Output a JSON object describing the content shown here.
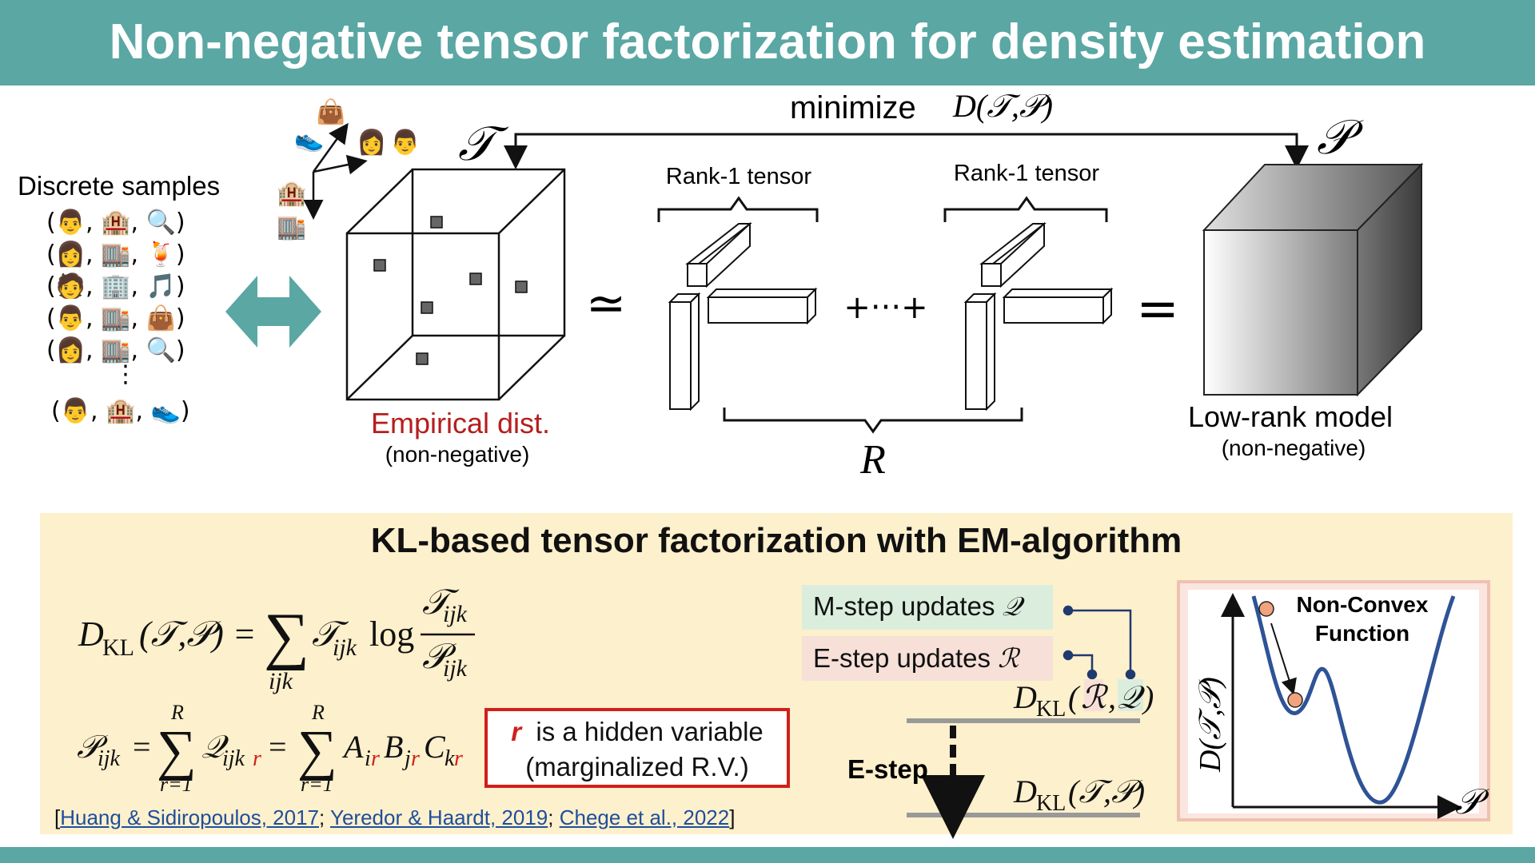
{
  "title": "Non-negative tensor factorization for density estimation",
  "top": {
    "minimize_label": "minimize",
    "minimize_expr": "D(𝒯,𝒫)",
    "tensor_T": "𝒯",
    "tensor_P": "𝒫",
    "samples_label": "Discrete samples",
    "sample_rows": [
      "(👨, 🏨, 🔍)",
      "(👩, 🏬, 🍹)",
      "(🧑, 🏢, 🎵)",
      "(👨, 🏬, 👜)",
      "(👩, 🏬, 🔍)",
      "⋮",
      "(👨, 🏨, 👟)"
    ],
    "axis_icons": [
      "👜",
      "👟",
      "👩",
      "👨",
      "🏨",
      "🏬"
    ],
    "empirical_label": "Empirical dist.",
    "empirical_sub": "(non-negative)",
    "rank1_left": "Rank-1 tensor",
    "rank1_right": "Rank-1 tensor",
    "approx_symbol": "≃",
    "plus_dots": "+···+",
    "equals_symbol": "=",
    "rank_R": "R",
    "lowrank_label": "Low-rank model",
    "lowrank_sub": "(non-negative)",
    "colors": {
      "accent": "#5aa7a4",
      "empirical_red": "#b51e1e"
    }
  },
  "lower": {
    "title": "KL-based tensor factorization with EM-algorithm",
    "eq1_lhs": "D",
    "eq1_lhs_sub": "KL",
    "eq1_args": "(𝒯,𝒫) =",
    "eq1_sum_index": "ijk",
    "eq1_term": "𝒯",
    "eq1_term_sub": "ijk",
    "eq1_log": "log",
    "eq1_num": "𝒯",
    "eq1_num_sub": "ijk",
    "eq1_den": "𝒫",
    "eq1_den_sub": "ijk",
    "eq2_lhs": "𝒫",
    "eq2_lhs_sub": "ijk",
    "eq2_eq": "=",
    "eq2_sum_top": "R",
    "eq2_sum_bot": "r=1",
    "eq2_q": "𝒬",
    "eq2_q_sub": "ijk",
    "eq2_r": "r",
    "eq2_a": "A",
    "eq2_a_sub": "i",
    "eq2_b": "B",
    "eq2_b_sub": "j",
    "eq2_c": "C",
    "eq2_c_sub": "k",
    "hidden_r": "r",
    "hidden_line1": "is a hidden variable",
    "hidden_line2": "(marginalized R.V.)",
    "refs": {
      "open": "[",
      "ref1": "Huang & Sidiropoulos, 2017",
      "sep1": ";",
      "ref2": "Yeredor & Haardt, 2019",
      "sep2": ";",
      "ref3": "Chege et al., 2022",
      "close": "]"
    },
    "mstep_label": "M-step updates",
    "mstep_sym": "𝒬",
    "estep_label": "E-step updates",
    "estep_sym": "ℛ",
    "dkl_rq": "D",
    "dkl_rq_sub": "KL",
    "dkl_rq_args_open": "(",
    "dkl_rq_r": "ℛ",
    "dkl_rq_comma": ",",
    "dkl_rq_q": "𝒬",
    "dkl_rq_close": ")",
    "estep_arrow_label": "E-step",
    "dkl_tp": "D",
    "dkl_tp_sub": "KL",
    "dkl_tp_args": "(𝒯,𝒫)",
    "plot_title_line1": "Non-Convex",
    "plot_title_line2": "Function",
    "plot_ylabel": "D(𝒯,𝒫)",
    "plot_xlabel": "𝒫"
  }
}
